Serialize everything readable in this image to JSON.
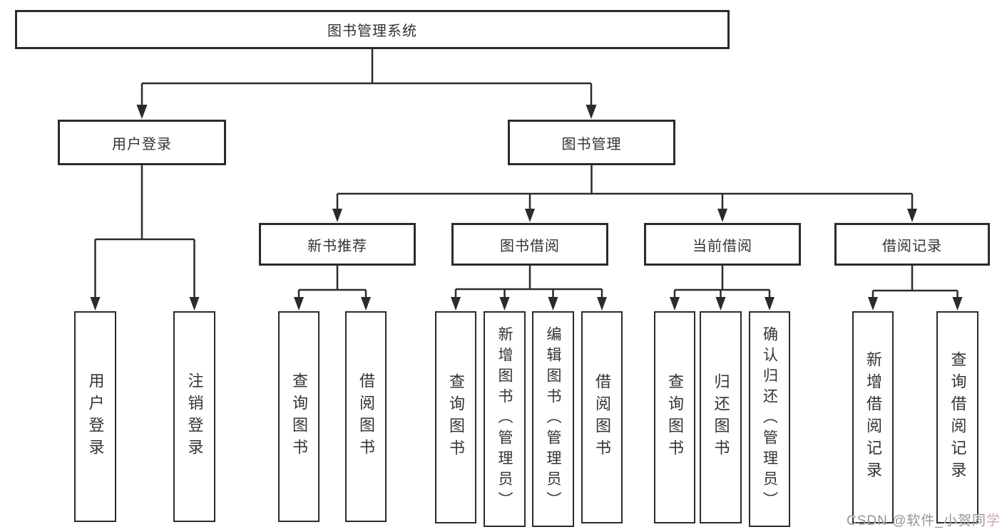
{
  "colors": {
    "line": "#2b2b2b",
    "text": "#333333",
    "watermark": "#959595",
    "watermark_accent": "#d2a3a7"
  },
  "tree": {
    "root": {
      "label": "图书管理系统"
    },
    "level1": [
      {
        "label": "用户登录",
        "children": [
          {
            "label": "用户登录"
          },
          {
            "label": "注销登录"
          }
        ]
      },
      {
        "label": "图书管理",
        "children": [
          {
            "label": "新书推荐",
            "children": [
              {
                "label": "查询图书"
              },
              {
                "label": "借阅图书"
              }
            ]
          },
          {
            "label": "图书借阅",
            "children": [
              {
                "label": "查询图书"
              },
              {
                "label": "新增图书（管理员）"
              },
              {
                "label": "编辑图书（管理员）"
              },
              {
                "label": "借阅图书"
              }
            ]
          },
          {
            "label": "当前借阅",
            "children": [
              {
                "label": "查询图书"
              },
              {
                "label": "归还图书"
              },
              {
                "label": "确认归还（管理员）"
              }
            ]
          },
          {
            "label": "借阅记录",
            "children": [
              {
                "label": "新增借阅记录"
              },
              {
                "label": "查询借阅记录"
              }
            ]
          }
        ]
      }
    ]
  },
  "watermark": {
    "text": "CSDN @软件_小贺同学",
    "text_main": "CSDN @软件_小贺同",
    "text_accent": "学"
  }
}
